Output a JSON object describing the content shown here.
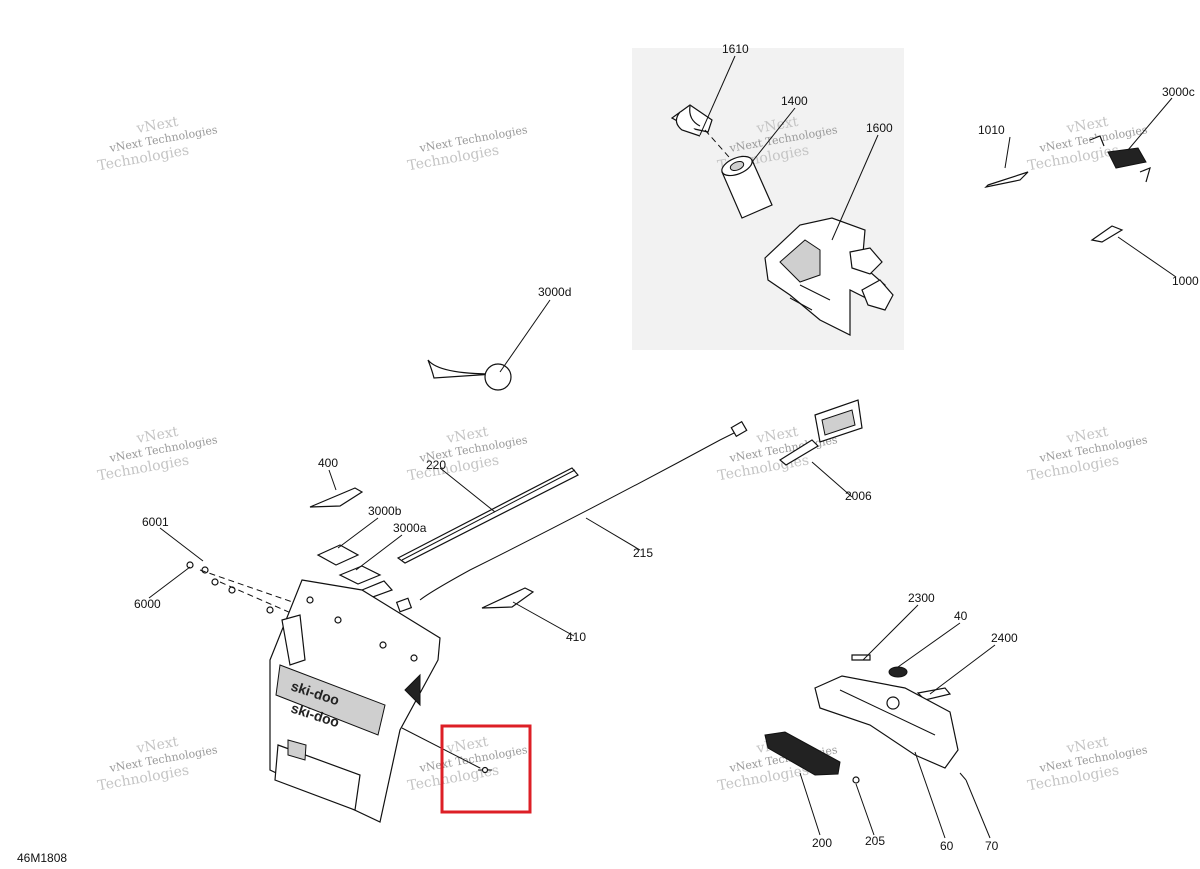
{
  "diagram_code": "46M1808",
  "watermark": {
    "line1": "vNext Technologies",
    "line2": "vNext",
    "line3": "Technologies"
  },
  "callouts": [
    {
      "id": "c1610",
      "label": "1610"
    },
    {
      "id": "c1400",
      "label": "1400"
    },
    {
      "id": "c1600",
      "label": "1600"
    },
    {
      "id": "c3000c",
      "label": "3000c"
    },
    {
      "id": "c1010",
      "label": "1010"
    },
    {
      "id": "c1000",
      "label": "1000"
    },
    {
      "id": "c3000d",
      "label": "3000d"
    },
    {
      "id": "c400",
      "label": "400"
    },
    {
      "id": "c220",
      "label": "220"
    },
    {
      "id": "c2006",
      "label": "2006"
    },
    {
      "id": "c6001",
      "label": "6001"
    },
    {
      "id": "c3000b",
      "label": "3000b"
    },
    {
      "id": "c3000a",
      "label": "3000a"
    },
    {
      "id": "c215",
      "label": "215"
    },
    {
      "id": "c6000",
      "label": "6000"
    },
    {
      "id": "c410",
      "label": "410"
    },
    {
      "id": "c2300",
      "label": "2300"
    },
    {
      "id": "c40",
      "label": "40"
    },
    {
      "id": "c2400",
      "label": "2400"
    },
    {
      "id": "c200",
      "label": "200"
    },
    {
      "id": "c205",
      "label": "205"
    },
    {
      "id": "c60",
      "label": "60"
    },
    {
      "id": "c70",
      "label": "70"
    }
  ],
  "highlight": {
    "color": "#dd1f26"
  }
}
